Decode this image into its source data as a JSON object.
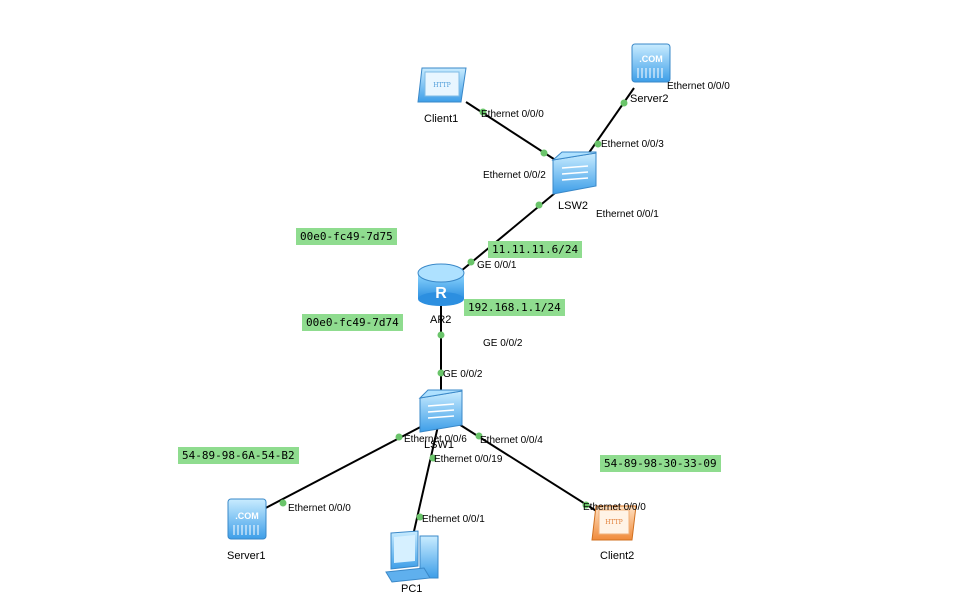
{
  "devices": {
    "client1": "Client1",
    "server2": "Server2",
    "lsw2": "LSW2",
    "ar2": "AR2",
    "lsw1": "LSW1",
    "server1": "Server1",
    "pc1": "PC1",
    "client2": "Client2"
  },
  "ports": {
    "client1_e000": "Ethernet 0/0/0",
    "server2_e000": "Ethernet 0/0/0",
    "lsw2_e003": "Ethernet 0/0/3",
    "lsw2_e002": "Ethernet 0/0/2",
    "lsw2_e001": "Ethernet 0/0/1",
    "ar2_ge001": "GE 0/0/1",
    "ar2_ge002": "GE 0/0/2",
    "lsw1_ge002": "GE 0/0/2",
    "lsw1_e006": "Ethernet 0/0/6",
    "lsw1_e004": "Ethernet 0/0/4",
    "lsw1_e0019": "Ethernet 0/0/19",
    "server1_e000": "Ethernet 0/0/0",
    "pc1_e001": "Ethernet 0/0/1",
    "client2_e000": "Ethernet 0/0/0"
  },
  "annotations": {
    "mac_ge001": "00e0-fc49-7d75",
    "ip_ge001": "11.11.11.6/24",
    "mac_ge002": "00e0-fc49-7d74",
    "ip_ge002": "192.168.1.1/24",
    "mac_server1": "54-89-98-6A-54-B2",
    "mac_client2": "54-89-98-30-33-09"
  },
  "icon_text": {
    "com": ".COM",
    "http": "HTTP"
  },
  "colors": {
    "annotation_bg": "#8fdc8f",
    "link": "#000000",
    "port_dot": "#6ac46a",
    "device_blue": "#3da0f0",
    "client2_orange": "#f08a3a"
  }
}
